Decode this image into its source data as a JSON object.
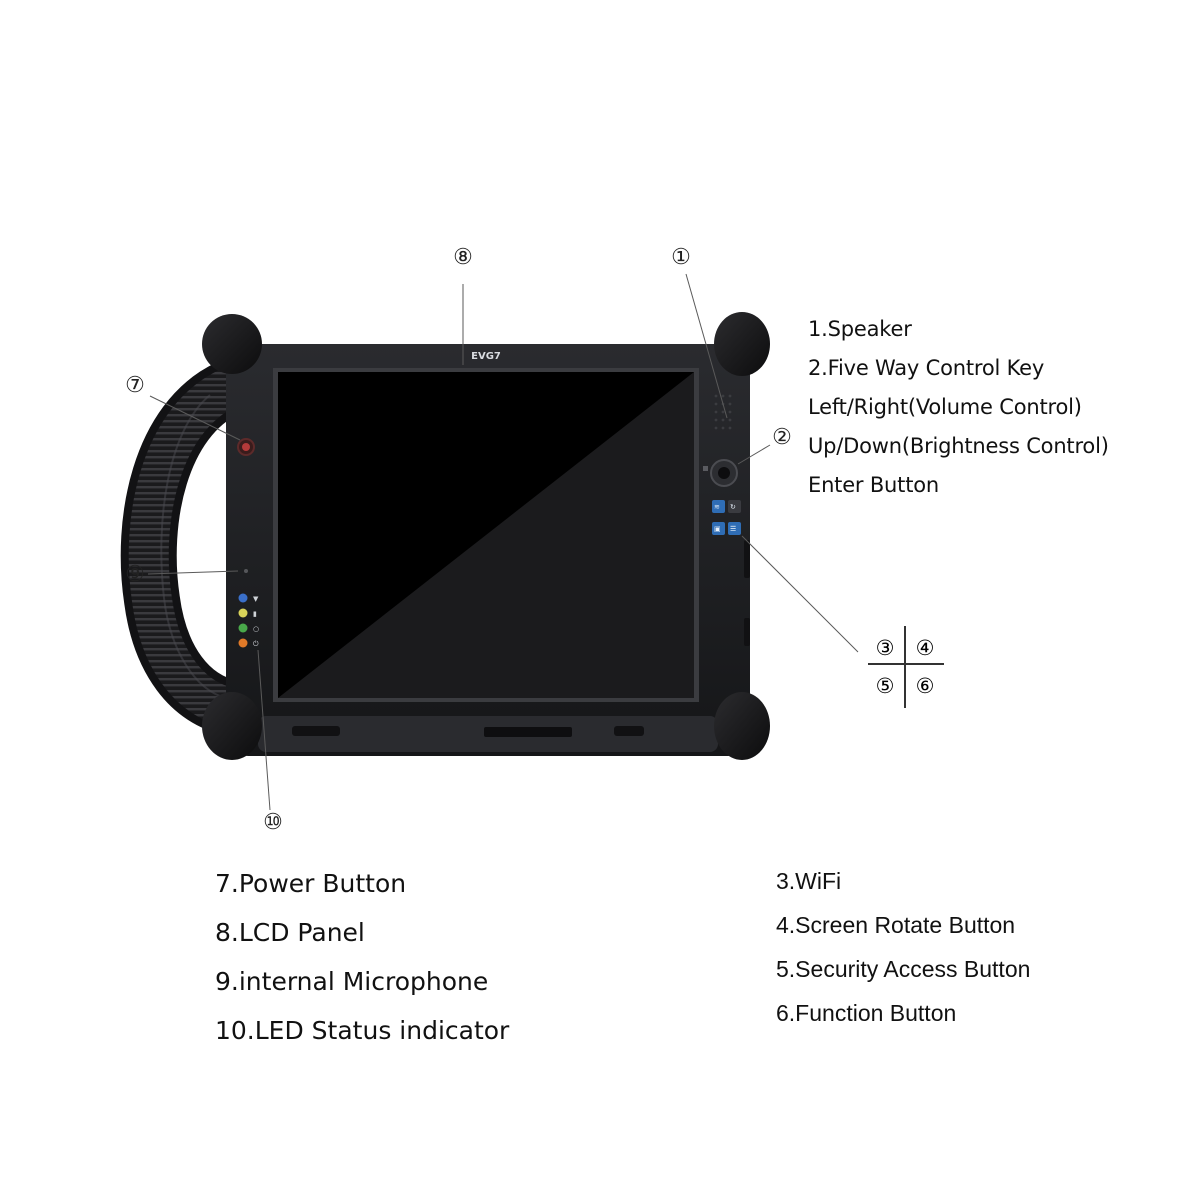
{
  "device": {
    "brand_logo": "EVG7",
    "colors": {
      "body": "#1e1f22",
      "bumper": "#161618",
      "screen": "#000000",
      "screen_glare": "#1b1b1d",
      "blue_button": "#2f6db5",
      "power_led": "#b43a3a"
    },
    "status_leds": [
      {
        "color": "#3a6fc9",
        "icon": "wifi-icon"
      },
      {
        "color": "#d9d35a",
        "icon": "battery-icon"
      },
      {
        "color": "#49a84a",
        "icon": "disk-icon"
      },
      {
        "color": "#e07a28",
        "icon": "power-icon"
      }
    ]
  },
  "callouts": {
    "c1": "①",
    "c2": "②",
    "c7": "⑦",
    "c8": "⑧",
    "c9": "⑨",
    "c10": "⑩",
    "quad": [
      "③",
      "④",
      "⑤",
      "⑥"
    ]
  },
  "spec_right": [
    "1.Speaker",
    "2.Five Way Control Key",
    "Left/Right(Volume Control)",
    "Up/Down(Brightness Control)",
    "Enter Button"
  ],
  "spec_left": [
    "7.Power Button",
    "8.LCD Panel",
    "9.internal Microphone",
    "10.LED Status indicator"
  ],
  "spec_buttons": [
    "3.WiFi",
    "4.Screen Rotate Button",
    "5.Security Access Button",
    "6.Function Button"
  ]
}
